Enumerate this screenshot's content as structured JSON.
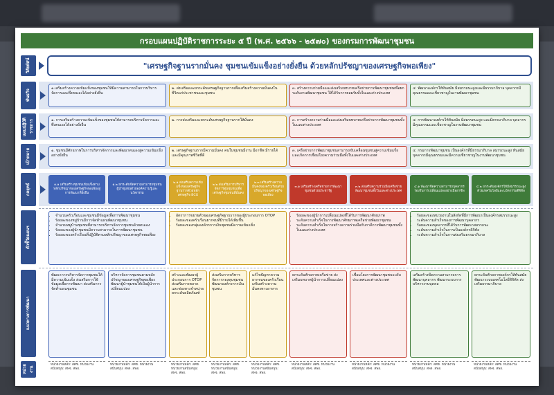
{
  "title": "กรอบแผนปฏิบัติราชการระยะ ๕ ปี (พ.ศ. ๒๕๖๖ - ๒๕๗๐) ของกรมการพัฒนาชุมชน",
  "vision": "\"เศรษฐกิจฐานรากมั่นคง ชุมชนเข้มแข็งอย่างยั่งยืน ด้วยหลักปรัชญาของเศรษฐกิจพอเพียง\"",
  "row_labels": [
    "วิสัยทัศน์",
    "พันธกิจ",
    "แผนปฏิบัติราชการ",
    "เป้าหมาย",
    "กลยุทธ์",
    "ตัวชี้วัดแผนฯ",
    "แนวทางการพัฒนา",
    "หน่วยงาน"
  ],
  "mission": [
    "๑.เสริมสร้างความเข้มแข็งของชุมชนให้มีความสามารถในการบริหารจัดการและพึ่งตนเองได้อย่างยั่งยืน",
    "๒. ส่งเสริมและยกระดับเศรษฐกิจฐานรากเพื่อเสริมสร้างความมั่นคงในชีวิตแก่ประชาชนและชุมชน",
    "๓. สร้างความร่วมมือและส่งเสริมบทบาทเครือข่ายการพัฒนาชุมชนเพื่อยกระดับงานพัฒนาชุมชน ให้ได้รับการยอมรับทั้งในและต่างประเทศ",
    "๔. พัฒนาองค์กรให้ทันสมัย มีสมรรถนะสูงและมีธรรมาภิบาล บุคลากรมีคุณธรรมและเชี่ยวชาญในงานพัฒนาชุมชน"
  ],
  "plans": [
    "๑. การเสริมสร้างความเข้มแข็งของชุมชนให้สามารถบริหารจัดการและพึ่งตนเองได้อย่างยั่งยืน",
    "๒. การส่งเสริมและยกระดับเศรษฐกิจฐานรากให้มั่นคง",
    "๓. การสร้างความร่วมมือและส่งเสริมบทบาทเครือข่ายการพัฒนาชุมชนทั้งในและต่างประเทศ",
    "๔. การพัฒนาองค์กรให้ทันสมัย มีสมรรถนะสูง และมีธรรมาภิบาล บุคลากรมีคุณธรรมและเชี่ยวชาญในงานพัฒนาชุมชน"
  ],
  "goals": [
    "๑. ชุมชนมีศักยภาพในการบริหารจัดการและพัฒนาตนเองสู่ความเข้มแข็งอย่างยั่งยืน",
    "๒. เศรษฐกิจฐานรากมีความมั่นคง คนในชุมชนมีงาน มีอาชีพ มีรายได้ และมีคุณภาพชีวิตที่ดี",
    "๓. เครือข่ายการพัฒนาชุมชนสามารถขับเคลื่อนชุมชนสู่ความเข้มแข็ง และเกิดการเชื่อมโยงความร่วมมือทั้งในและต่างประเทศ",
    "๔. กรมการพัฒนาชุมชน เป็นองค์กรที่มีธรรมาภิบาล สมรรถนะสูง ทันสมัย บุคลากรมีคุณธรรมและมีความเชี่ยวชาญในงานพัฒนาชุมชน"
  ],
  "strategies": [
    "๑.๑ เสริมสร้างชุมชนเข้มแข็งตามหลักปรัชญาของเศรษฐกิจพอเพียงสู่การพัฒนาที่ยั่งยืน",
    "๑.๒ ยกระดับขีดความสามารถชุมชนผู้นำชุมชนด้วยองค์ความรู้และนวัตกรรม",
    "๒.๑ ส่งเสริมความเข้มแข็งของเศรษฐกิจฐานรากด้วยหลักเศรษฐกิจ BCG",
    "๒.๒ ส่งเสริมการบริหารจัดการทุนชุมชนเพื่อเศรษฐกิจชุมชนที่มั่นคง",
    "๒.๓ เสริมสร้างความมั่นคงของครัวเรือนด้วยปรัชญาของเศรษฐกิจพอเพียง",
    "๓.๑ เสริมสร้างเครือข่ายการพัฒนาชุมชนด้วยประชารัฐ",
    "๓.๒ ส่งเสริมความร่วมมือเครือข่ายพัฒนาชุมชนทั้งในและต่างประเทศ",
    "๔.๑ พัฒนาขีดความสามารถบุคลากรรองรับการเปลี่ยนแปลงอย่างมืออาชีพ",
    "๔.๒ ยกระดับองค์กรให้มีสมรรถนะสูงด้วยเทคโนโลยีและนวัตกรรมดิจิทัล"
  ],
  "indicators": [
    [
      "จำนวนครัวเรือนและชุมชนมีข้อมูลเพื่อการพัฒนาชุมชน",
      "ร้อยละของหมู่บ้านมีการจัดทำแผนพัฒนาชุมชน",
      "จำนวนหมู่บ้านชุมชนที่สามารถบริหารจัดการชุมชนด้วยตนเอง",
      "ร้อยละของผู้นำชุมชนมีความสามารถในการพัฒนาชุมชน",
      "ร้อยละของครัวเรือนที่ปฏิบัติตามหลักปรัชญาของเศรษฐกิจพอเพียง"
    ],
    [
      "อัตราการขยายตัวของเศรษฐกิจฐานรากของผู้ประกอบการ OTOP",
      "ร้อยละของครัวเรือนยากจนที่มีรายได้เพิ่มขึ้น",
      "ร้อยละของกลุ่มองค์กรการเงินชุมชนมีความเข้มแข็ง"
    ],
    [
      "ร้อยละของผู้นำการเปลี่ยนแปลงที่ได้รับการพัฒนาศักยภาพ",
      "ระดับความสำเร็จในการพัฒนาศักยภาพเครือข่ายพัฒนาชุมชน",
      "ระดับความสำเร็จในการสร้างความร่วมมือกับภาคีการพัฒนาชุมชนทั้งในและต่างประเทศ"
    ],
    [
      "ร้อยละของหน่วยงานในสังกัดที่มีการพัฒนาเป็นองค์กรสมรรถนะสูง",
      "ระดับความสำเร็จของการพัฒนาบุคลากร",
      "ร้อยละของบุคลากรที่ได้รับการพัฒนาสมรรถนะ",
      "ระดับความสำเร็จในการเป็นองค์กรดิจิทัล",
      "ระดับความสำเร็จในการส่งเสริมธรรมาภิบาล"
    ]
  ],
  "approaches": [
    "พัฒนาการบริหารจัดการชุมชนให้มีความเข้มแข็ง ส่งเสริมการใช้ข้อมูลเพื่อการพัฒนา ส่งเสริมการจัดทำแผนชุมชน",
    "บริหารจัดการชุมชนตามหลักปรัชญาของเศรษฐกิจพอเพียง พัฒนาผู้นำชุมชนให้เป็นผู้นำการเปลี่ยนแปลง",
    "สร้างและพัฒนาผู้ประกอบการ OTOP ส่งเสริมการตลาดและช่องทางจำหน่าย ยกระดับผลิตภัณฑ์",
    "ส่งเสริมการบริหารจัดการกองทุนชุมชน พัฒนาองค์กรการเงินชุมชน",
    "แก้ไขปัญหาความยากจนของครัวเรือน เสริมสร้างความมั่นคงทางอาหาร",
    "ยกระดับศักยภาพเครือข่าย ส่งเสริมบทบาทผู้นำการเปลี่ยนแปลง",
    "เชื่อมโยงการพัฒนาชุมชนระดับประเทศและต่างประเทศ",
    "เสริมสร้างขีดความสามารถการพัฒนาบุคลากร พัฒนาระบบการบริหารงานบุคคล",
    "ยกระดับศักยภาพองค์กรให้ทันสมัย พัฒนาระบบเทคโนโลยีดิจิทัล ส่งเสริมธรรมาภิบาล"
  ],
  "agencies": [
    "หน่วยงานหลัก: สศช. หน่วยงานสนับสนุน: สพจ. สพอ.",
    "หน่วยงานหลัก: สศช. หน่วยงานสนับสนุน: สพจ. สพอ.",
    "หน่วยงานหลัก: สศช. หน่วยงานสนับสนุน: สพจ. สพอ.",
    "หน่วยงานหลัก: สศช. หน่วยงานสนับสนุน: สพจ. สพอ.",
    "หน่วยงานหลัก: สศช. หน่วยงานสนับสนุน: สพจ. สพอ.",
    "หน่วยงานหลัก: สศช. หน่วยงานสนับสนุน: สพจ. สพอ.",
    "หน่วยงานหลัก: สศช. หน่วยงานสนับสนุน: สพจ. สพอ.",
    "หน่วยงานหลัก: สศช. หน่วยงานสนับสนุน: สพจ. สพอ.",
    "หน่วยงานหลัก: สศช. หน่วยงานสนับสนุน: สพจ. สพอ."
  ],
  "colors": {
    "blue": "#3f63b6",
    "yellow": "#d8a82a",
    "red": "#c0392b",
    "green": "#3f7b3a",
    "navy": "#2f4f8f"
  }
}
